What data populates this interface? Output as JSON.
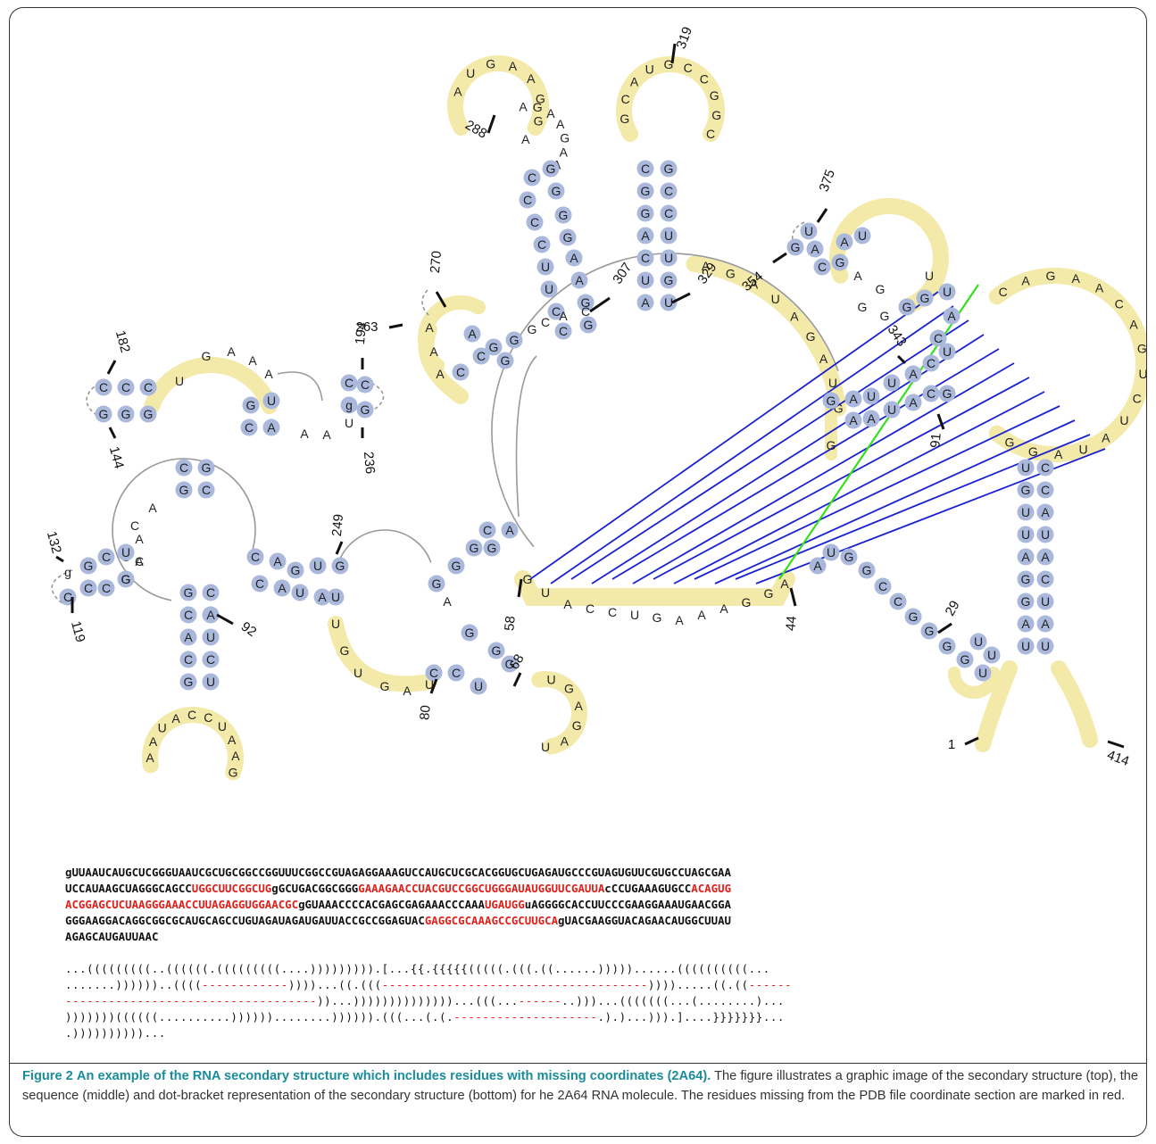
{
  "figure": {
    "nucleotide_letters": {
      "hairpin_288": [
        "A",
        "U",
        "G",
        "A",
        "A",
        "G",
        "G",
        "A",
        "A",
        "G",
        "A",
        "A",
        "G",
        "A",
        "A"
      ],
      "hairpin_319": [
        "G",
        "C",
        "A",
        "U",
        "G",
        "C",
        "C",
        "G",
        "G",
        "C"
      ],
      "stem_307_left": [
        "C",
        "C",
        "C",
        "C",
        "U",
        "U",
        "C",
        "C"
      ],
      "stem_307_right": [
        "G",
        "G",
        "G",
        "G",
        "A",
        "A",
        "G",
        "G"
      ],
      "stem_329_left": [
        "C",
        "G",
        "G",
        "A",
        "C",
        "U",
        "A"
      ],
      "stem_329_right": [
        "G",
        "C",
        "C",
        "U",
        "U",
        "G",
        "U"
      ],
      "stem_58": [
        "C",
        "A",
        "G",
        "G",
        "G",
        "G"
      ],
      "stem_80": [
        "A",
        "G",
        "C",
        "C",
        "U",
        "G",
        "G"
      ],
      "loop_68": [
        "U",
        "G",
        "A",
        "G",
        "A",
        "U"
      ],
      "segment_44_to_58": [
        "G",
        "U",
        "A",
        "C",
        "C",
        "U",
        "G",
        "A",
        "A",
        "A",
        "G",
        "G",
        "A"
      ],
      "stem_29": [
        "A",
        "U",
        "G",
        "G",
        "C",
        "C",
        "G",
        "G",
        "G",
        "G",
        "U",
        "U",
        "U"
      ],
      "big_loop_right": [
        "C",
        "A",
        "G",
        "A",
        "A",
        "C",
        "A",
        "G",
        "U",
        "C",
        "U",
        "A",
        "U",
        "A",
        "G",
        "G"
      ],
      "stem_414": [
        "U",
        "C",
        "G",
        "C",
        "U",
        "A",
        "U",
        "U",
        "A",
        "A",
        "G",
        "C",
        "G",
        "U",
        "A",
        "A",
        "U",
        "U"
      ],
      "region_343": [
        "G",
        "A",
        "U",
        "U",
        "A",
        "C",
        "U",
        "A",
        "A",
        "U",
        "A",
        "C",
        "G",
        "G"
      ],
      "hairpin_375": [
        "U",
        "A",
        "G",
        "C",
        "A",
        "U",
        "G",
        "A",
        "G",
        "G",
        "G",
        "G",
        "G",
        "U",
        "A",
        "C",
        "U"
      ],
      "arc_329_354": [
        "A",
        "G",
        "A",
        "U",
        "A",
        "G",
        "A",
        "U",
        "G"
      ],
      "hairpin_263": [
        "A",
        "A",
        "A",
        "C",
        "C",
        "A",
        "G",
        "G",
        "G",
        "G",
        "C",
        "A",
        "C"
      ],
      "stem_249": [
        "C",
        "A",
        "G",
        "U",
        "G",
        "C",
        "A",
        "U",
        "A",
        "U"
      ],
      "loop_249_80": [
        "U",
        "G",
        "U",
        "G",
        "A",
        "U"
      ],
      "junction_92": [
        "G",
        "C",
        "C",
        "G",
        "G",
        "C",
        "C",
        "A",
        "A",
        "U",
        "C",
        "C",
        "G",
        "U",
        "A",
        "C",
        "U"
      ],
      "hairpin_92_loop": [
        "A",
        "A",
        "U",
        "A",
        "C",
        "C",
        "U",
        "A",
        "A",
        "G"
      ],
      "hairpin_182": [
        "C",
        "C",
        "C",
        "G",
        "G",
        "G",
        "U",
        "G",
        "A",
        "A",
        "A",
        "G",
        "U",
        "C",
        "A",
        "A",
        "A",
        "U",
        "G",
        "C",
        "C",
        "g"
      ],
      "hairpin_132": [
        "G",
        "C",
        "U",
        "C",
        "C",
        "G",
        "A",
        "g",
        "C",
        "G",
        "C",
        "A"
      ]
    },
    "residue_numbers": [
      "319",
      "288",
      "307",
      "329",
      "375",
      "354",
      "270",
      "263",
      "182",
      "194",
      "343",
      "144",
      "236",
      "91",
      "132",
      "249",
      "58",
      "44",
      "29",
      "119",
      "92",
      "68",
      "80",
      "1",
      "414"
    ]
  },
  "sequence_lines": [
    [
      {
        "t": "gUUAAUCAUGCUCGGGUAAUCGCUGCGGCCGGUUUCGGCCGUAGAGGAAAGUCCAUGCUCGCACGGUGCUGAGAUGCCCGUAGUGUUCGUGCCUAGCGAA",
        "red": false
      }
    ],
    [
      {
        "t": "UCCAUAAGCUAGGGCAGCC",
        "red": false
      },
      {
        "t": "UGGCUUCGGCUG",
        "red": true
      },
      {
        "t": "gGCUGACGGCGGG",
        "red": false
      },
      {
        "t": "GAAAGAACCUACGUCCGGCUGGGAUAUGGUUCGAUUA",
        "red": true
      },
      {
        "t": "cCCUGAAAGUGCC",
        "red": false
      },
      {
        "t": "ACAGUG",
        "red": true
      }
    ],
    [
      {
        "t": "ACGGAGCUCUAAGGGAAACCUUAGAGGUGGAACGC",
        "red": true
      },
      {
        "t": "gGUAAACCCCACGAGCGAGAAACCCAAA",
        "red": false
      },
      {
        "t": "UGAUGG",
        "red": true
      },
      {
        "t": "uAGGGGCACCUUCCCGAAGGAAAUGAACGGA",
        "red": false
      }
    ],
    [
      {
        "t": "GGGAAGGACAGGCGGCGCAUGCAGCCUGUAGAUAGAUGAUUACCGCCGGAGUAC",
        "red": false
      },
      {
        "t": "GAGGCGCAAAGCCGCUUGCA",
        "red": true
      },
      {
        "t": "gUACGAAGGUACAGAACAUGGCUUAU",
        "red": false
      }
    ],
    [
      {
        "t": "AGAGCAUGAUUAAC",
        "red": false
      }
    ]
  ],
  "dotbracket_lines": [
    [
      {
        "t": "...(((((((((..((((((.(((((((((....))))))))).[...{{.{{{{{(((((.(((.((......)))))......((((((((((...",
        "red": false
      }
    ],
    [
      {
        "t": ".......))))))..((((",
        "red": false
      },
      {
        "t": "------------",
        "red": true
      },
      {
        "t": "))))...((.(((",
        "red": false
      },
      {
        "t": "-------------------------------------",
        "red": true
      },
      {
        "t": ")))).....((.((",
        "red": false
      },
      {
        "t": "------",
        "red": true
      }
    ],
    [
      {
        "t": "-----------------------------------",
        "red": true
      },
      {
        "t": "))...))))))))))))))...(((...",
        "red": false
      },
      {
        "t": "------",
        "red": true
      },
      {
        "t": "..)))...(((((((...(........)...",
        "red": false
      }
    ],
    [
      {
        "t": ")))))))((((((..........))))))........)))))).(((...(.(.",
        "red": false
      },
      {
        "t": "--------------------",
        "red": true
      },
      {
        "t": ".).)...))).]....}}}}}}}...",
        "red": false
      }
    ],
    [
      {
        "t": ".))))))))))...",
        "red": false
      }
    ]
  ],
  "caption": {
    "label": "Figure 2",
    "title": "An example of the RNA secondary structure which includes residues with missing coordinates (2A64)",
    "title_end": ".",
    "body": "The figure illustrates a graphic image of the secondary structure (top), the sequence (middle) and dot-bracket representation of the secondary structure (bottom) for he 2A64 RNA molecule. The residues missing from the PDB file coordinate section are marked in red."
  },
  "colors": {
    "paired_circle": "#aab8dc",
    "unpaired_band": "#f3e9a9",
    "pseudoknot_line": "#1a22d0",
    "green_line": "#33e01a",
    "missing_red": "#e0201b",
    "caption_accent": "#1a8c9a"
  }
}
